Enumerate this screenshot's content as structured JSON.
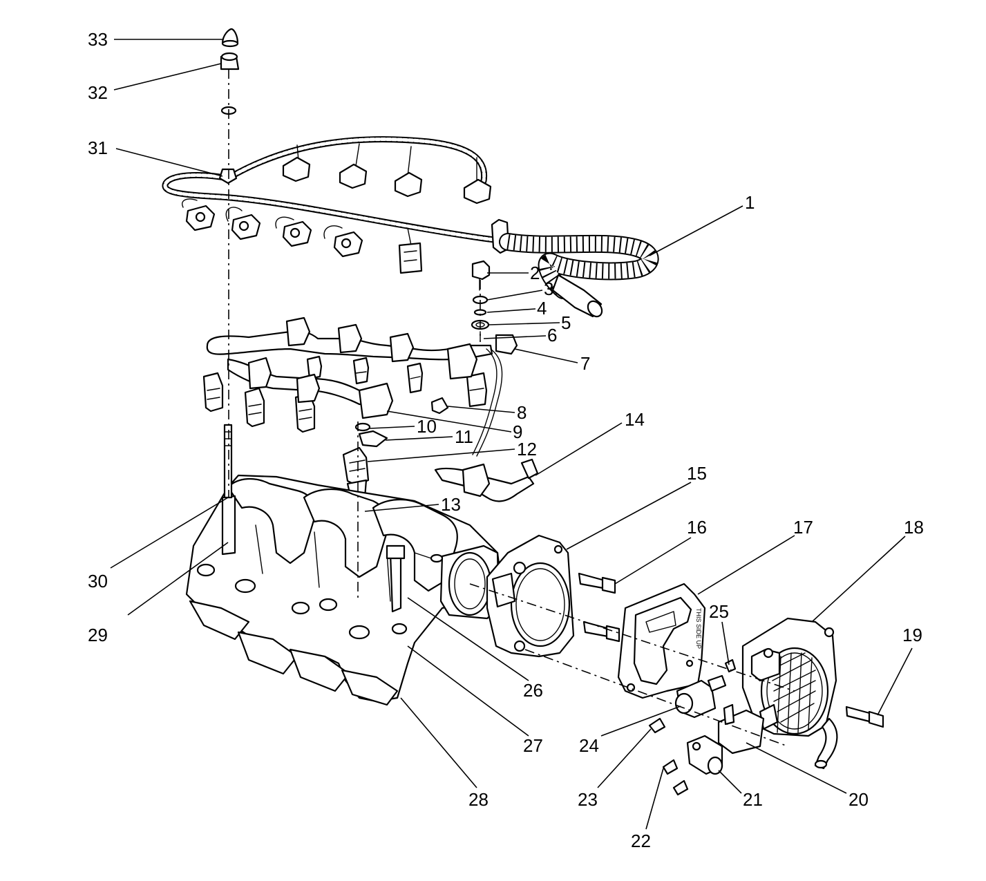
{
  "diagram": {
    "callouts": [
      {
        "id": "1",
        "label": "1"
      },
      {
        "id": "2",
        "label": "2"
      },
      {
        "id": "3",
        "label": "3"
      },
      {
        "id": "4",
        "label": "4"
      },
      {
        "id": "5",
        "label": "5"
      },
      {
        "id": "6",
        "label": "6"
      },
      {
        "id": "7",
        "label": "7"
      },
      {
        "id": "8",
        "label": "8"
      },
      {
        "id": "9",
        "label": "9"
      },
      {
        "id": "10",
        "label": "10"
      },
      {
        "id": "11",
        "label": "11"
      },
      {
        "id": "12",
        "label": "12"
      },
      {
        "id": "13",
        "label": "13"
      },
      {
        "id": "14",
        "label": "14"
      },
      {
        "id": "15",
        "label": "15"
      },
      {
        "id": "16",
        "label": "16"
      },
      {
        "id": "17",
        "label": "17"
      },
      {
        "id": "18",
        "label": "18"
      },
      {
        "id": "19",
        "label": "19"
      },
      {
        "id": "20",
        "label": "20"
      },
      {
        "id": "21",
        "label": "21"
      },
      {
        "id": "22",
        "label": "22"
      },
      {
        "id": "23",
        "label": "23"
      },
      {
        "id": "24",
        "label": "24"
      },
      {
        "id": "25",
        "label": "25"
      },
      {
        "id": "26",
        "label": "26"
      },
      {
        "id": "27",
        "label": "27"
      },
      {
        "id": "28",
        "label": "28"
      },
      {
        "id": "29",
        "label": "29"
      },
      {
        "id": "30",
        "label": "30"
      },
      {
        "id": "31",
        "label": "31"
      },
      {
        "id": "32",
        "label": "32"
      },
      {
        "id": "33",
        "label": "33"
      }
    ],
    "gasket_stamp": "THIS SIDE UP",
    "colors": {
      "ink": "#000000",
      "paper": "#ffffff"
    }
  }
}
